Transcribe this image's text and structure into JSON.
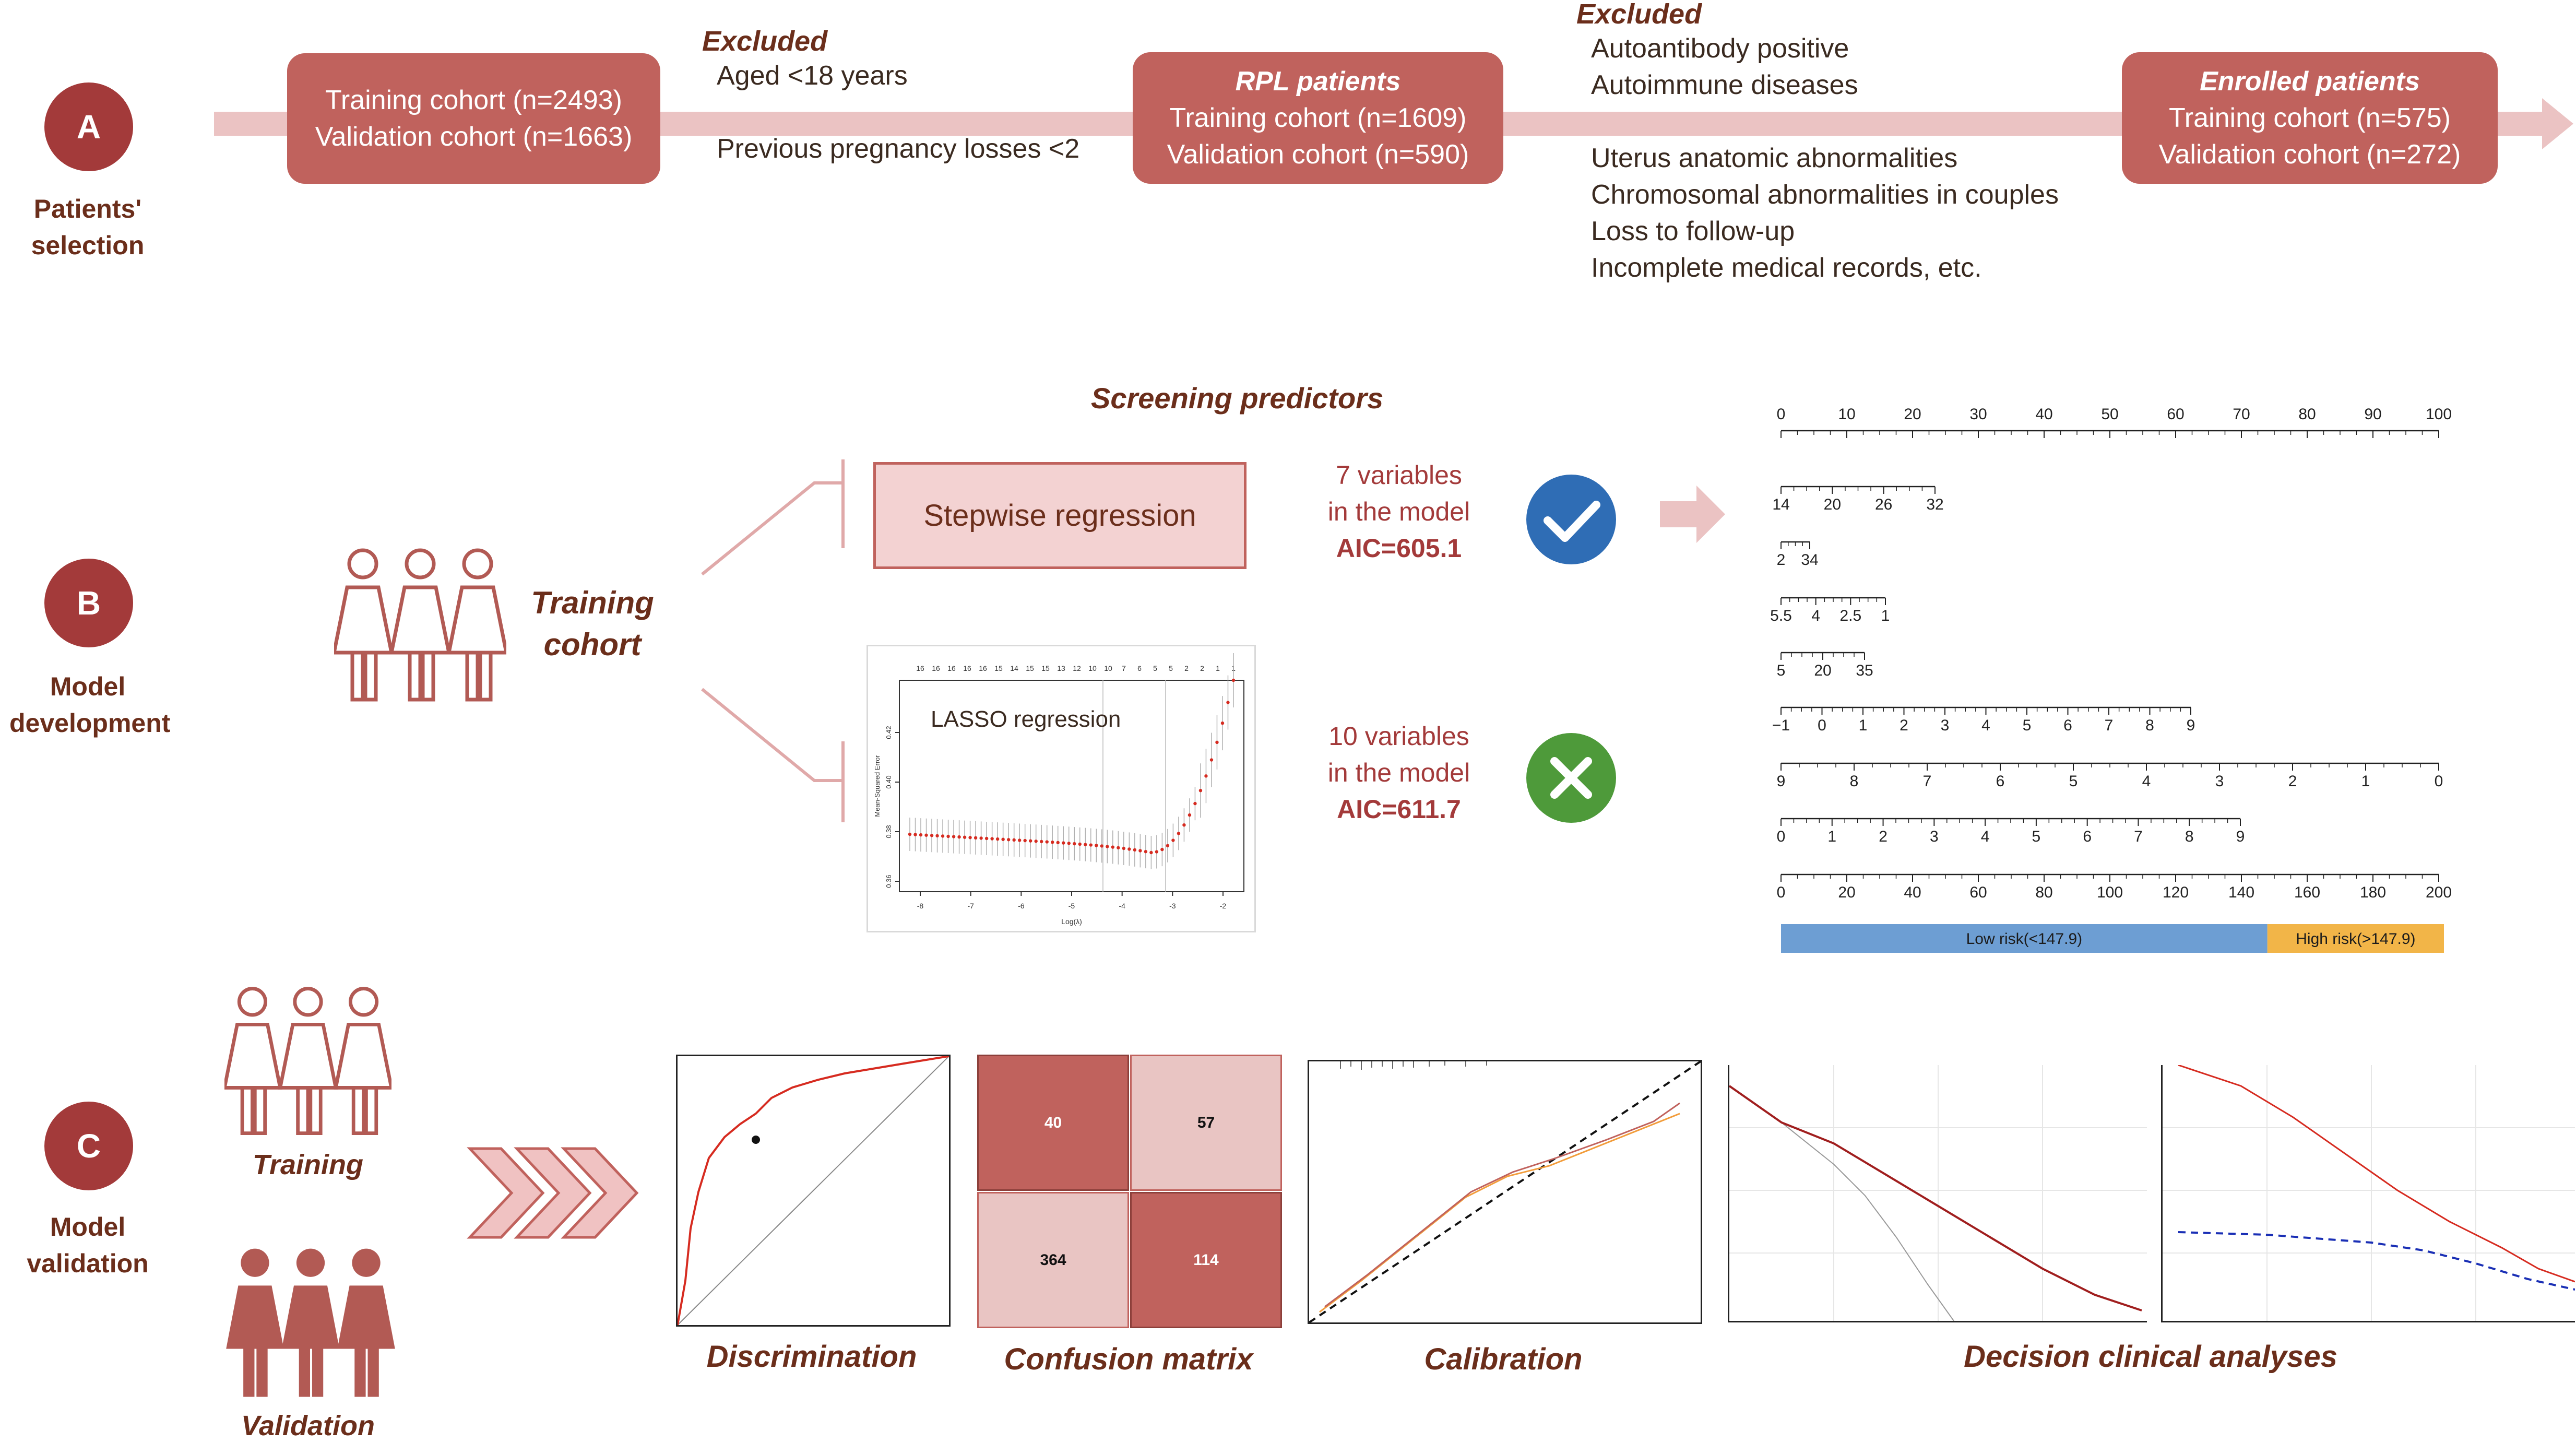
{
  "sections": {
    "a": {
      "letter": "A",
      "label_line1": "Patients'",
      "label_line2": "selection"
    },
    "b": {
      "letter": "B",
      "label_line1": "Model",
      "label_line2": "development"
    },
    "c": {
      "letter": "C",
      "label_line1": "Model",
      "label_line2": "validation"
    }
  },
  "selection": {
    "box1": {
      "line1": "Training cohort (n=2493)",
      "line2": "Validation cohort (n=1663)"
    },
    "excluded1": {
      "title": "Excluded",
      "items": [
        "Aged <18 years",
        "Previous pregnancy losses <2"
      ]
    },
    "box2": {
      "title": "RPL patients",
      "line1": "Training cohort (n=1609)",
      "line2": "Validation cohort (n=590)"
    },
    "excluded2": {
      "title": "Excluded",
      "items": [
        "Autoantibody positive",
        "Autoimmune diseases",
        "Uterus anatomic abnormalities",
        "Chromosomal abnormalities in couples",
        "Loss to follow-up",
        "Incomplete medical records, etc."
      ]
    },
    "box3": {
      "title": "Enrolled patients",
      "line1": "Training cohort (n=575)",
      "line2": "Validation cohort (n=272)"
    }
  },
  "development": {
    "training_label_line1": "Training",
    "training_label_line2": "cohort",
    "screening_title": "Screening predictors",
    "stepwise_label": "Stepwise regression",
    "lasso_label": "LASSO regression",
    "stepwise_result": {
      "line1": "7 variables",
      "line2": "in the model",
      "aic": "AIC=605.1"
    },
    "lasso_result": {
      "line1": "10 variables",
      "line2": "in the model",
      "aic": "AIC=611.7"
    },
    "colors": {
      "check": "#2f6db5",
      "cross": "#4e9a3a",
      "accent": "#a33a3a"
    }
  },
  "lasso_plot": {
    "top_ticks": [
      "16",
      "16",
      "16",
      "16",
      "16",
      "15",
      "14",
      "15",
      "15",
      "13",
      "12",
      "10",
      "10",
      "7",
      "6",
      "5",
      "5",
      "2",
      "2",
      "1",
      "1"
    ],
    "x_ticks": [
      "-8",
      "-7",
      "-6",
      "-5",
      "-4",
      "-3",
      "-2"
    ],
    "y_ticks": [
      "0.36",
      "0.38",
      "0.40",
      "0.42"
    ],
    "xlabel": "Log(λ)",
    "ylabel": "Mean-Squared Error"
  },
  "nomogram": {
    "points_ticks": [
      "0",
      "10",
      "20",
      "30",
      "40",
      "50",
      "60",
      "70",
      "80",
      "90",
      "100"
    ],
    "rows": [
      [
        "14",
        "20",
        "26",
        "32"
      ],
      [
        "2",
        "34"
      ],
      [
        "5.5",
        "4",
        "2.5",
        "1"
      ],
      [
        "5",
        "20",
        "35"
      ],
      [
        "−1",
        "0",
        "1",
        "2",
        "3",
        "4",
        "5",
        "6",
        "7",
        "8",
        "9"
      ],
      [
        "9",
        "8",
        "7",
        "6",
        "5",
        "4",
        "3",
        "2",
        "1",
        "0"
      ],
      [
        "0",
        "1",
        "2",
        "3",
        "4",
        "5",
        "6",
        "7",
        "8",
        "9"
      ],
      [
        "0",
        "20",
        "40",
        "60",
        "80",
        "100",
        "120",
        "140",
        "160",
        "180",
        "200"
      ]
    ],
    "low_risk": "Low risk(<147.9)",
    "high_risk": "High risk(>147.9)",
    "low_color": "#6d9ed3",
    "high_color": "#f2b548"
  },
  "validation": {
    "training_label": "Training",
    "validation_label": "Validation",
    "confusion": [
      "40",
      "57",
      "364",
      "114"
    ],
    "captions": {
      "discrimination": "Discrimination",
      "confusion": "Confusion matrix",
      "calibration": "Calibration",
      "decision": "Decision clinical analyses"
    }
  }
}
